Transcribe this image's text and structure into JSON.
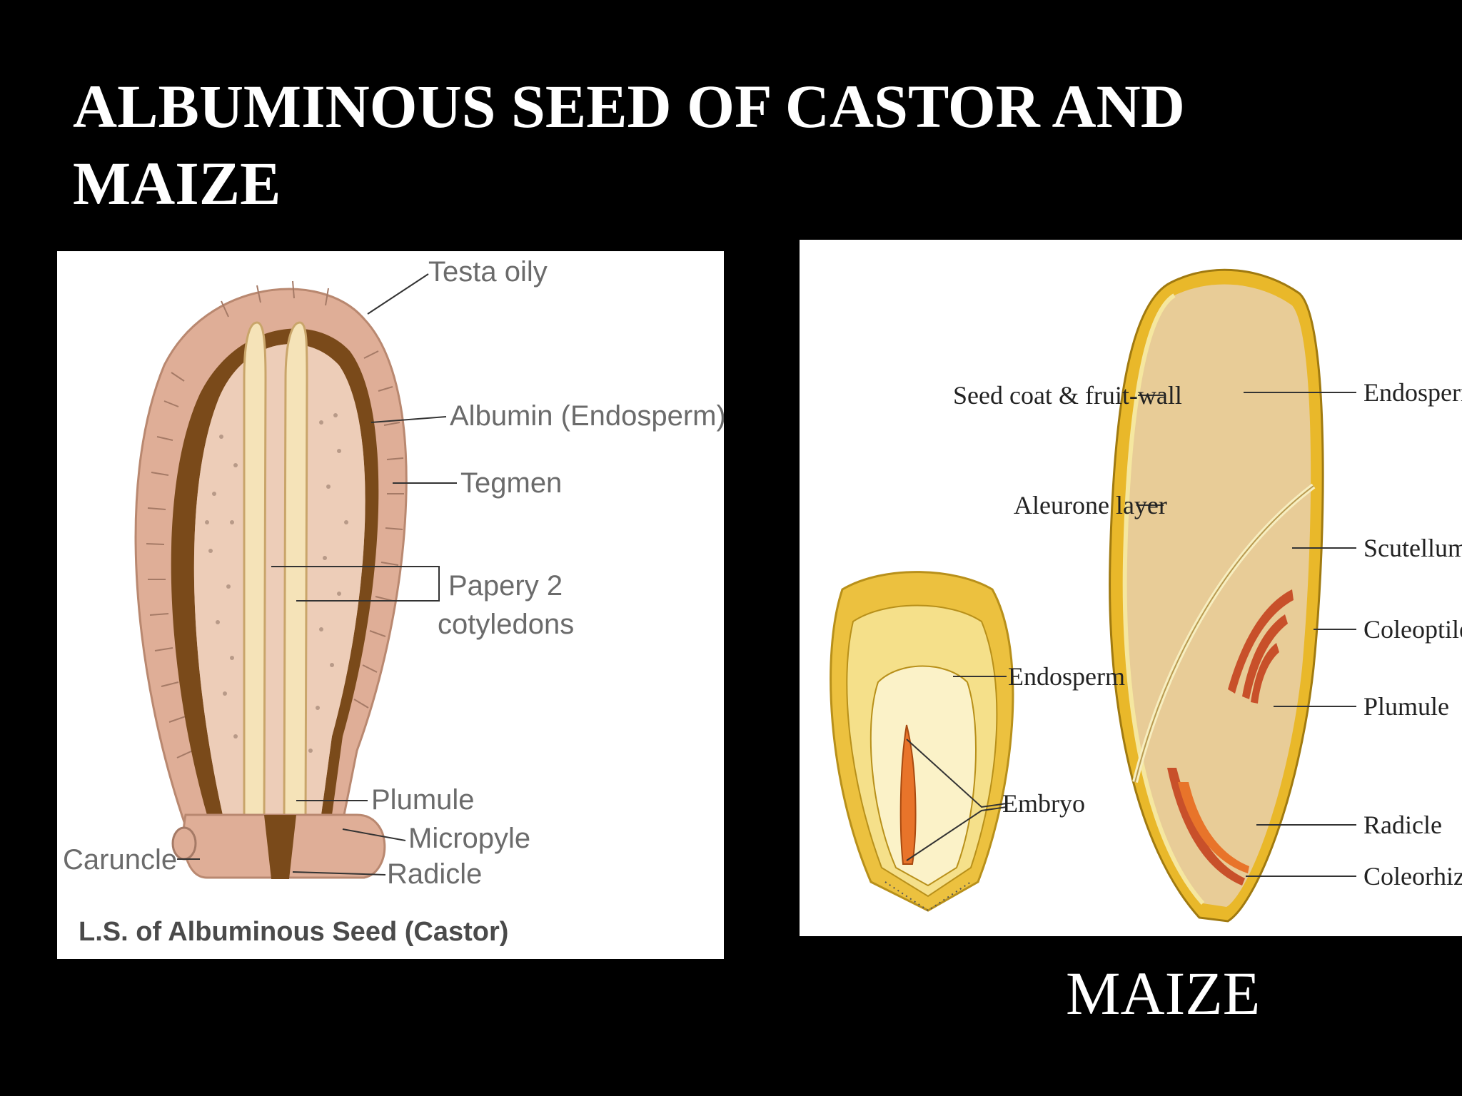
{
  "slide": {
    "title": "ALBUMINOUS SEED OF CASTOR AND MAIZE",
    "caption_maize": "MAIZE"
  },
  "castor": {
    "labels": {
      "testa": "Testa oily",
      "albumin": "Albumin (Endosperm)",
      "tegmen": "Tegmen",
      "cotyledons_line1": "Papery 2",
      "cotyledons_line2": "cotyledons",
      "plumule": "Plumule",
      "micropyle": "Micropyle",
      "radicle": "Radicle",
      "caruncle": "Caruncle"
    },
    "caption": "L.S. of Albuminous Seed (Castor)"
  },
  "maize": {
    "labels": {
      "seed_coat": "Seed coat & fruit-wall",
      "aleurone": "Aleurone layer",
      "endosperm_right": "Endosperm",
      "scutellum": "Scutellum",
      "coleoptile": "Coleoptile",
      "plumule": "Plumule",
      "radicle": "Radicle",
      "coleorhiza": "Coleorhiza",
      "endosperm_small": "Endosperm",
      "embryo": "Embryo"
    }
  },
  "colors": {
    "castor_testa": "#dfae97",
    "castor_tegmen": "#7a4a1a",
    "castor_endosperm": "#edcdb8",
    "castor_cotyledon": "#f5e3b8",
    "maize_coat": "#e9b82a",
    "maize_endosperm": "#e8cc97",
    "maize_embryo": "#c8502a"
  }
}
